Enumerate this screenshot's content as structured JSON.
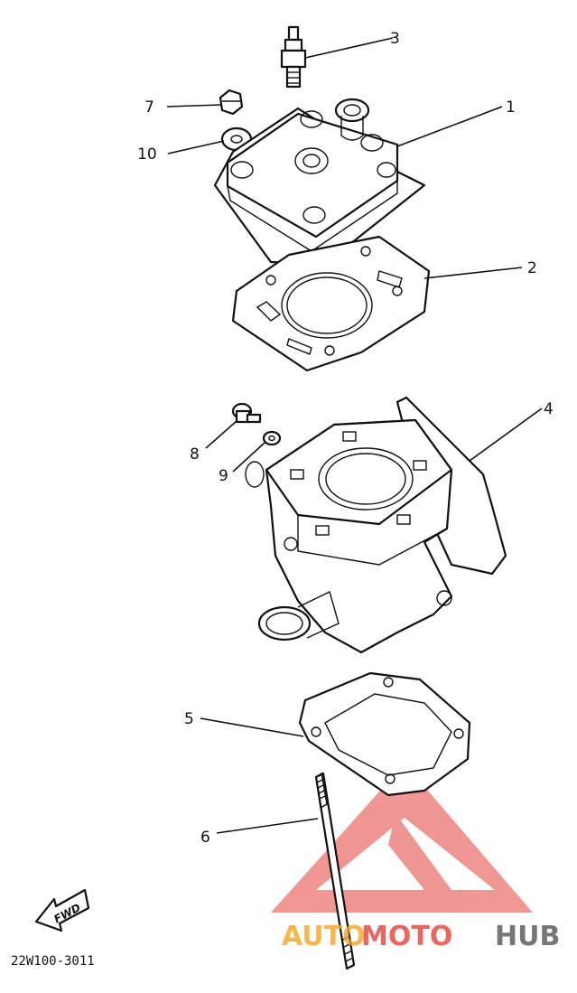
{
  "callouts": {
    "c1": "1",
    "c2": "2",
    "c3": "3",
    "c4": "4",
    "c5": "5",
    "c6": "6",
    "c7": "7",
    "c8": "8",
    "c9": "9",
    "c10": "10"
  },
  "diagram_code": "22W100-3011",
  "fwd_label": "FWD",
  "watermark": {
    "part1": "AUTO",
    "part2": "MOTO",
    "part3": "HUB"
  },
  "colors": {
    "watermark_red": "#e5413a",
    "watermark_orange": "#f5a623",
    "watermark_gray": "#555555",
    "line": "#111111"
  },
  "icons": {
    "fwd_arrow": "fwd-arrow-icon",
    "watermark_logo": "triangle-logo-icon"
  }
}
